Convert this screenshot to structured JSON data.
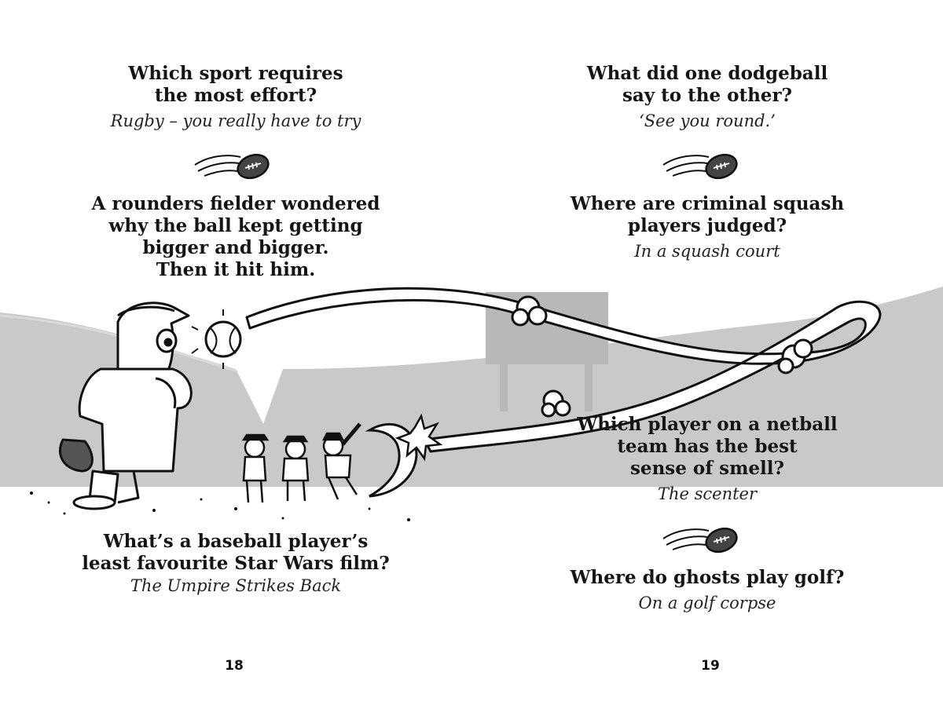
{
  "colors": {
    "ink": "#111111",
    "stadium_grey": "#c9c9c9",
    "paper": "#ffffff"
  },
  "left_page": {
    "page_number": "18",
    "jokes": [
      {
        "question": "Which sport requires\nthe most effort?",
        "answer": "Rugby – you really have to try"
      },
      {
        "question": "A rounders fielder wondered\nwhy the ball kept getting\nbigger and bigger.\nThen it hit him.",
        "answer": ""
      },
      {
        "question": "What’s a baseball player’s\nleast favourite Star Wars film?",
        "answer": "The Umpire Strikes Back"
      }
    ]
  },
  "right_page": {
    "page_number": "19",
    "jokes": [
      {
        "question": "What did one dodgeball\nsay to the other?",
        "answer": "‘See you round.’"
      },
      {
        "question": "Where are criminal squash\nplayers judged?",
        "answer": "In a squash court"
      },
      {
        "question": "Which player on a netball\nteam has the best\nsense of smell?",
        "answer": "The scenter"
      },
      {
        "question": "Where do ghosts play golf?",
        "answer": "On a golf corpse"
      }
    ]
  },
  "illustration": {
    "divider_icon": "flying-rugby-ball-icon",
    "scene": "baseball-stadium-illustration"
  }
}
